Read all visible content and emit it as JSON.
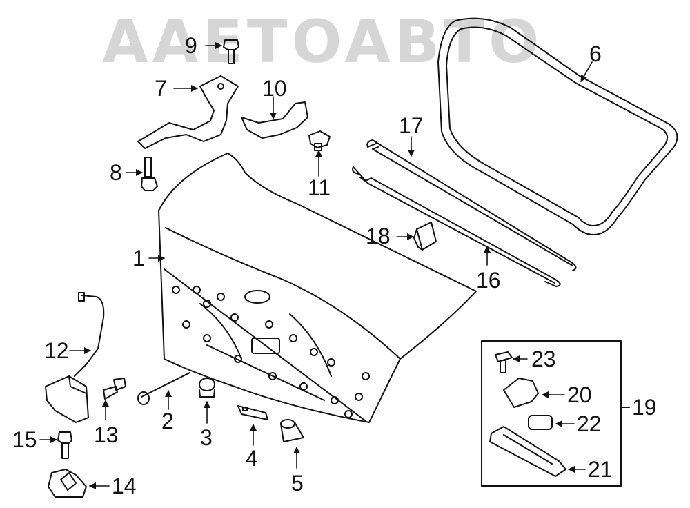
{
  "watermark": "AAETOABTO",
  "colors": {
    "line": "#111111",
    "watermark": "#d6d6d6",
    "background": "#ffffff"
  },
  "callouts": {
    "c1": "1",
    "c2": "2",
    "c3": "3",
    "c4": "4",
    "c5": "5",
    "c6": "6",
    "c7": "7",
    "c8": "8",
    "c9": "9",
    "c10": "10",
    "c11": "11",
    "c12": "12",
    "c13": "13",
    "c14": "14",
    "c15": "15",
    "c16": "16",
    "c17": "17",
    "c18": "18",
    "c19": "19",
    "c20": "20",
    "c21": "21",
    "c22": "22",
    "c23": "23"
  }
}
